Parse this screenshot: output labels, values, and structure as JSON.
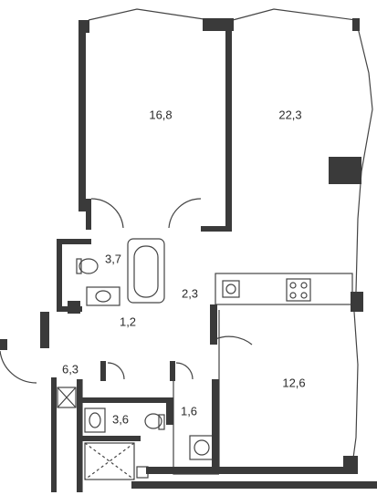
{
  "colors": {
    "wall": "#3a3a3a",
    "line": "#444444",
    "background": "#ffffff"
  },
  "rooms": [
    {
      "id": "living-room-1",
      "area": "16,8"
    },
    {
      "id": "living-room-2",
      "area": "22,3"
    },
    {
      "id": "bathroom-1",
      "area": "3,7"
    },
    {
      "id": "hallway",
      "area": "2,3"
    },
    {
      "id": "corridor",
      "area": "1,2"
    },
    {
      "id": "entrance-hall",
      "area": "6,3"
    },
    {
      "id": "bathroom-2",
      "area": "3,6"
    },
    {
      "id": "wc",
      "area": "1,6"
    },
    {
      "id": "bedroom",
      "area": "12,6"
    }
  ]
}
